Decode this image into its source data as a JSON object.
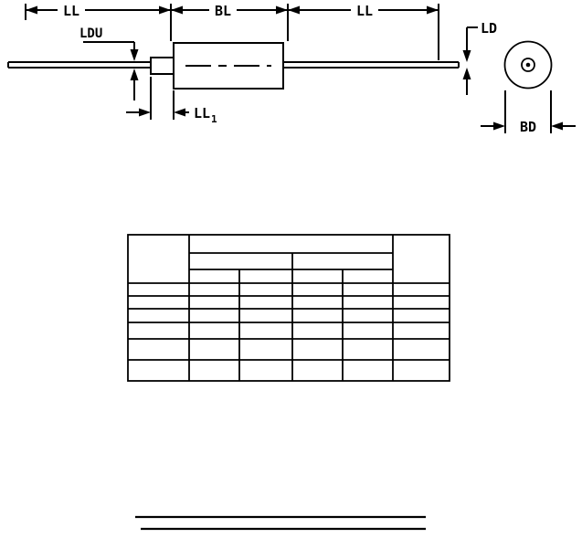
{
  "window": {
    "background": "#ffffff",
    "line_color": "#000000"
  },
  "drawing": {
    "type": "axial-lead-component-dimension-drawing",
    "labels": {
      "lead_length_left": "LL",
      "body_length": "BL",
      "lead_length_right": "LL",
      "lead_diameter_upper": "LDU",
      "lead_diameter": "LD",
      "weld_length_base": "LL",
      "weld_length_subscript": "1",
      "body_diameter": "BD"
    }
  },
  "table": {
    "columns": 6,
    "header_rows": 3,
    "data_rows": 6,
    "cells": []
  },
  "footer": {
    "underline_count": 2
  }
}
